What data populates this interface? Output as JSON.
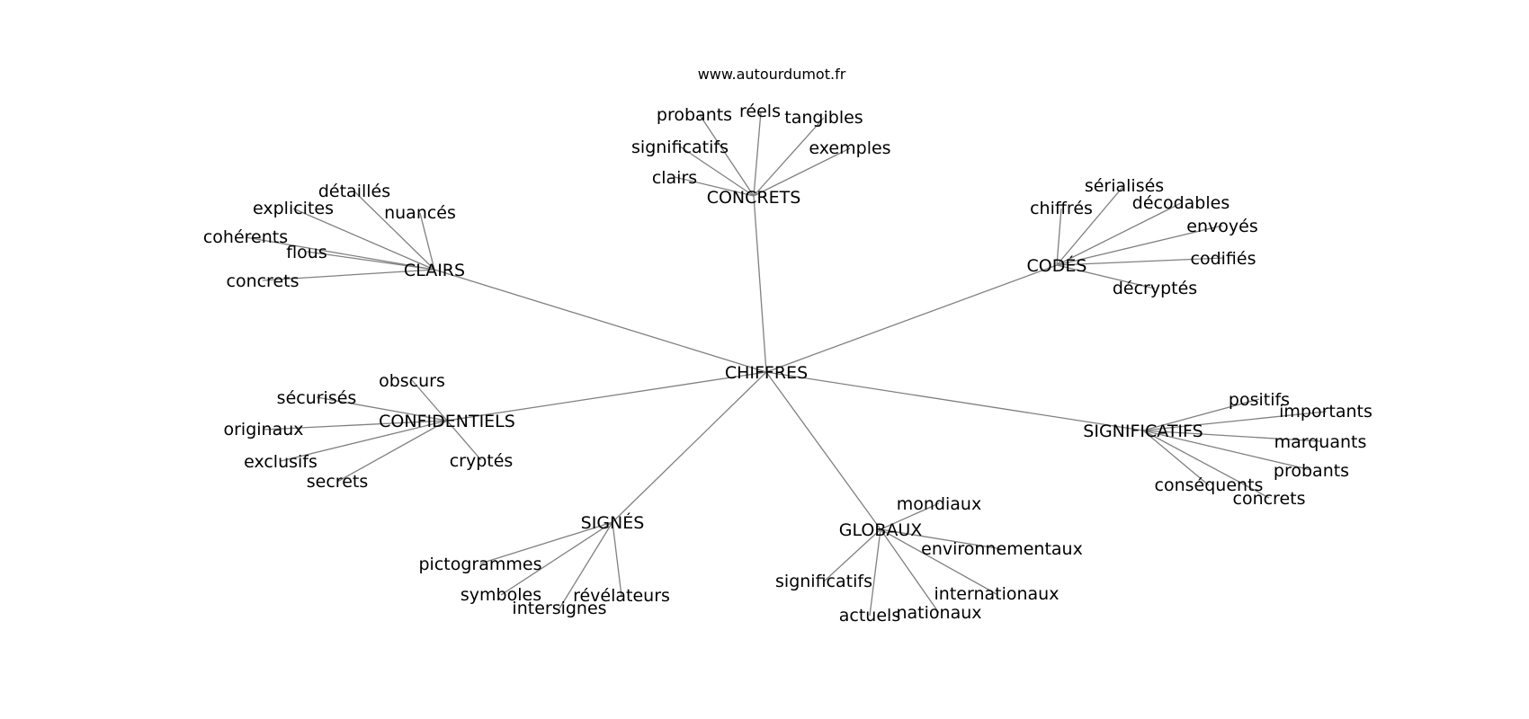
{
  "watermark": "www.autourdumot.fr",
  "edge_color": "#808080",
  "text_color": "#000000",
  "center": "CHIFFRES",
  "groups": [
    {
      "hub": "CONCRETS",
      "leaves": [
        "probants",
        "réels",
        "tangibles",
        "significatifs",
        "exemples",
        "clairs"
      ]
    },
    {
      "hub": "CLAIRS",
      "leaves": [
        "détaillés",
        "explicites",
        "nuancés",
        "cohérents",
        "flous",
        "concrets"
      ]
    },
    {
      "hub": "CODÉS",
      "leaves": [
        "sérialisés",
        "chiffrés",
        "décodables",
        "envoyés",
        "codifiés",
        "décryptés"
      ]
    },
    {
      "hub": "CONFIDENTIELS",
      "leaves": [
        "obscurs",
        "sécurisés",
        "originaux",
        "exclusifs",
        "secrets",
        "cryptés"
      ]
    },
    {
      "hub": "SIGNIFICATIFS",
      "leaves": [
        "positifs",
        "importants",
        "marquants",
        "probants",
        "conséquents",
        "concrets"
      ]
    },
    {
      "hub": "SIGNÉS",
      "leaves": [
        "pictogrammes",
        "symboles",
        "intersignes",
        "révélateurs"
      ]
    },
    {
      "hub": "GLOBAUX",
      "leaves": [
        "mondiaux",
        "environnementaux",
        "significatifs",
        "internationaux",
        "actuels",
        "nationaux"
      ]
    }
  ]
}
